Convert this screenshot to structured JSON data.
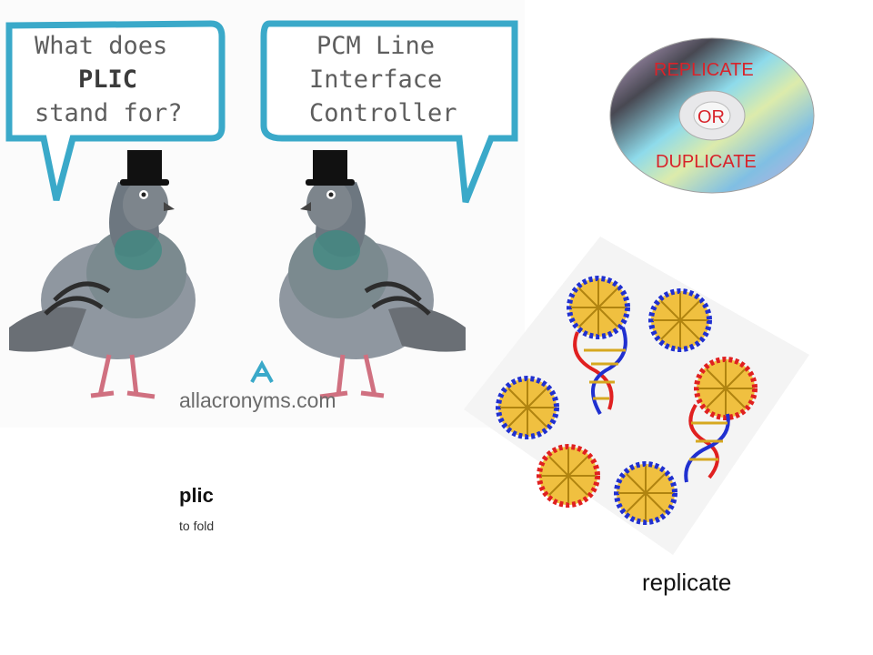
{
  "meme": {
    "left_bubble": [
      "What does",
      "PLIC",
      "stand for?"
    ],
    "right_bubble": [
      "PCM Line",
      "Interface",
      "Controller"
    ],
    "site": "allacronyms.com"
  },
  "disc": {
    "top_label": "REPLICATE",
    "middle_label": "OR",
    "bottom_label": "DUPLICATE"
  },
  "definition": {
    "word": "plic",
    "meaning": "to fold"
  },
  "caption": "replicate",
  "colors": {
    "bubble_border": "#3aa9c9",
    "label_red": "#d8232a",
    "dna_red": "#e02020",
    "dna_blue": "#2030d0",
    "dna_gold": "#d6a820"
  }
}
